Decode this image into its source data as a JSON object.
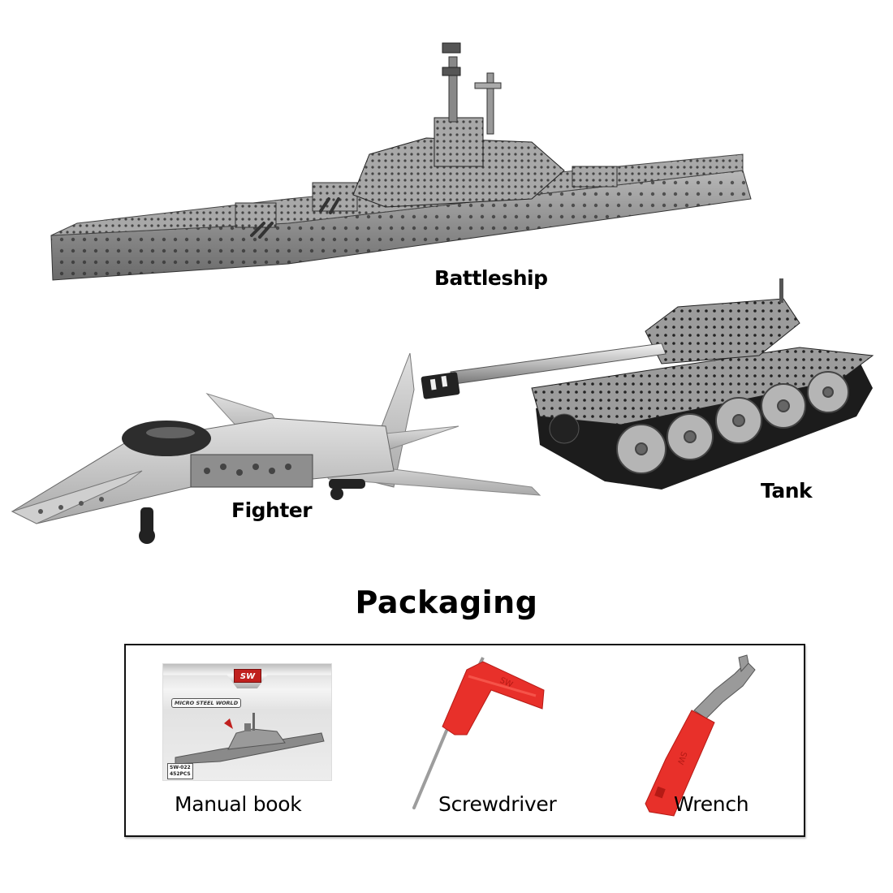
{
  "models": {
    "battleship": {
      "label": "Battleship"
    },
    "fighter": {
      "label": "Fighter"
    },
    "tank": {
      "label": "Tank"
    }
  },
  "packaging": {
    "title": "Packaging",
    "items": [
      {
        "label": "Manual book",
        "icon": "manual-book"
      },
      {
        "label": "Screwdriver",
        "icon": "screwdriver"
      },
      {
        "label": "Wrench",
        "icon": "wrench"
      }
    ],
    "manual_cover": {
      "logo": "SW",
      "brand": "MICRO STEEL WORLD",
      "model_code": "SW-022",
      "piece_count": "452PCS"
    },
    "tool_mark": "SW"
  },
  "colors": {
    "tool_red": "#e8302a",
    "metal": "#9a9a9a",
    "border": "#111111"
  }
}
